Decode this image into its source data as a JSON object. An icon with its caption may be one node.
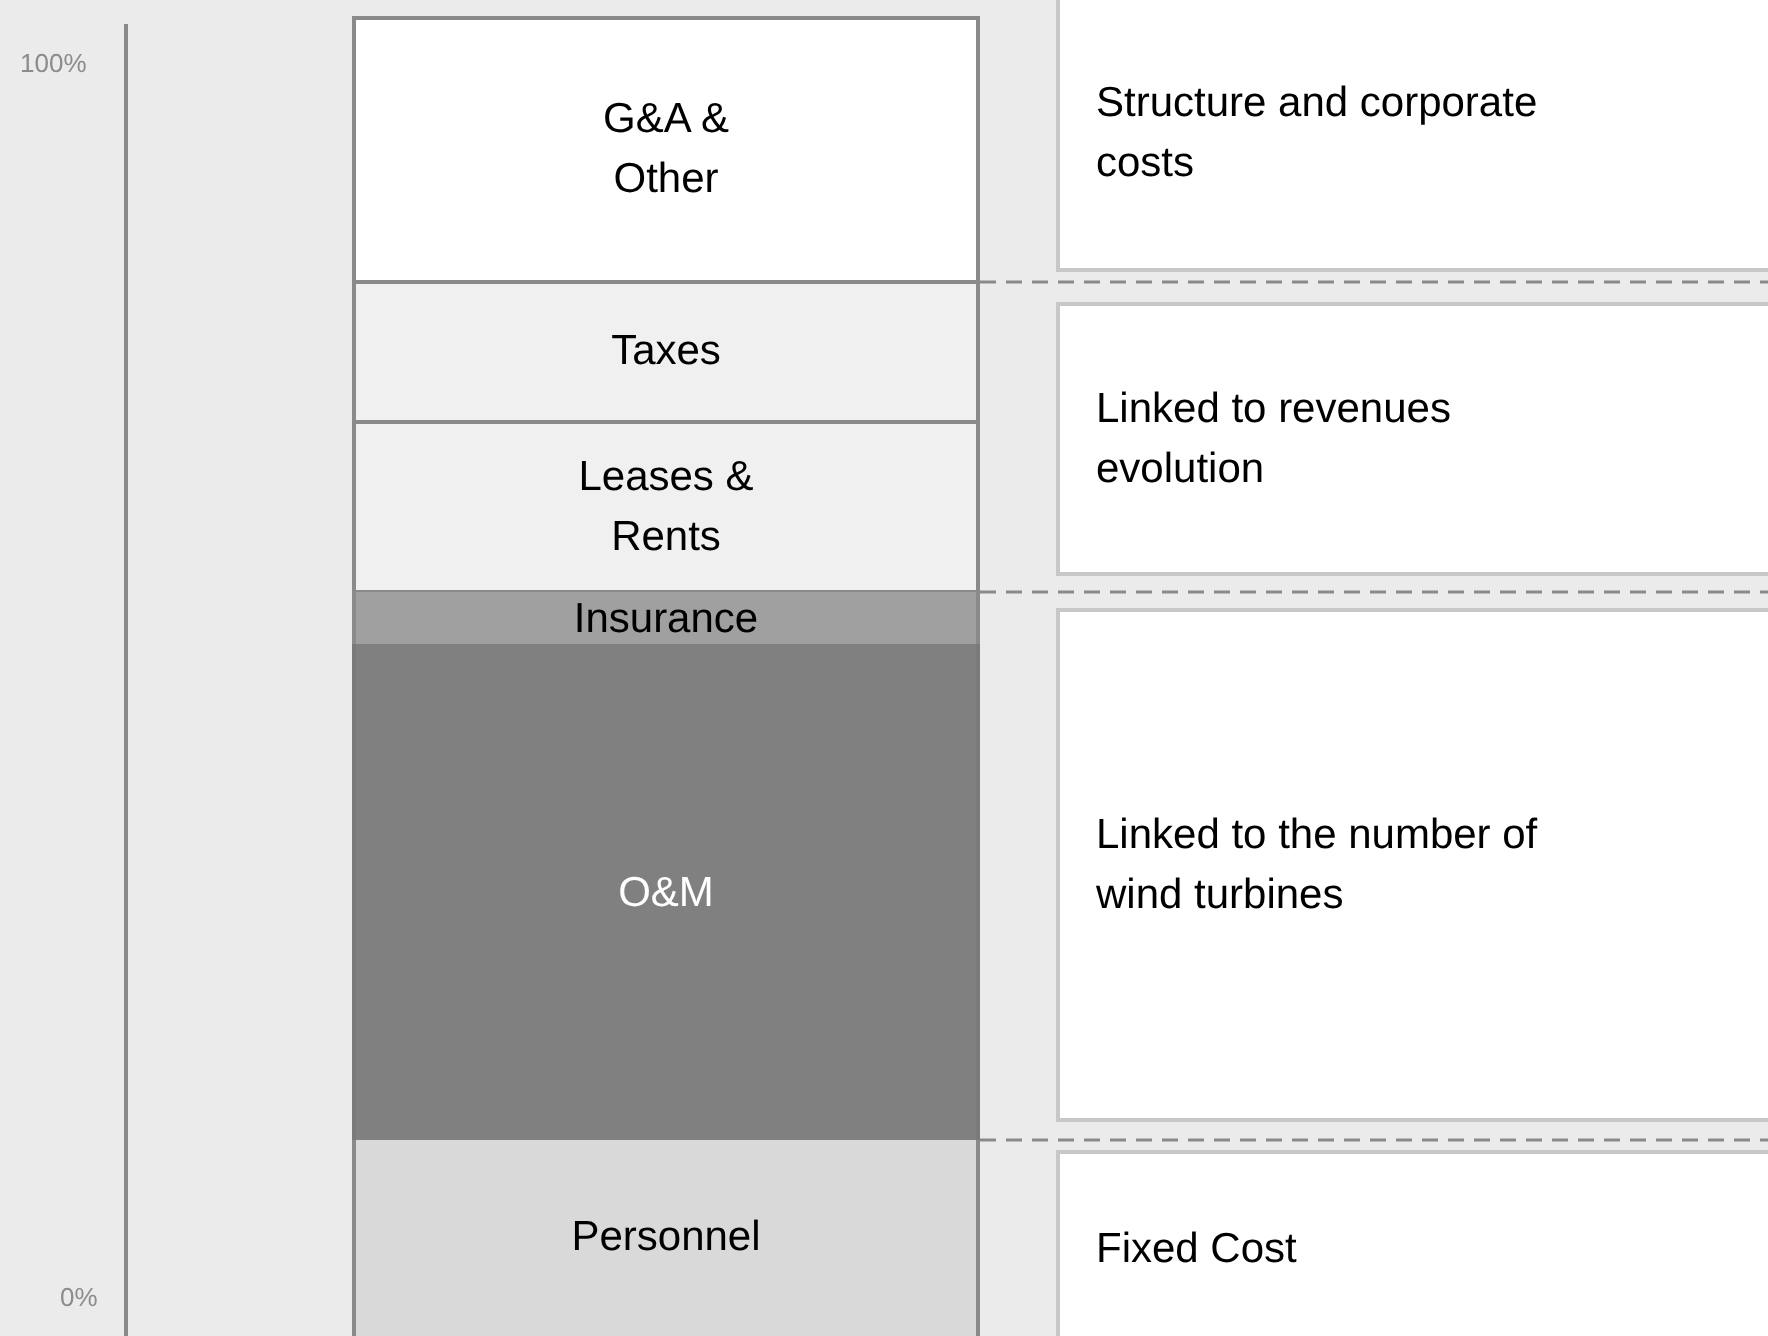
{
  "diagram": {
    "nodes": [
      {
        "text": [
          "G&A & Other"
        ]
      },
      {
        "text": [
          "Taxes"
        ]
      },
      {
        "text": [
          "Leases & Rents"
        ]
      },
      {
        "text": [
          "Insurance"
        ]
      },
      {
        "text": [
          "O&M"
        ]
      },
      {
        "text": [
          "Personnel"
        ]
      },
      {
        "text": [
          "Structure and corporate costs"
        ]
      },
      {
        "text": [
          "Linked to revenues evolution"
        ]
      },
      {
        "text": [
          "Linked to the number of wind turbines"
        ]
      },
      {
        "text": [
          "Fixed Cost"
        ]
      }
    ],
    "labels": [
      "100%",
      "0%"
    ]
  }
}
